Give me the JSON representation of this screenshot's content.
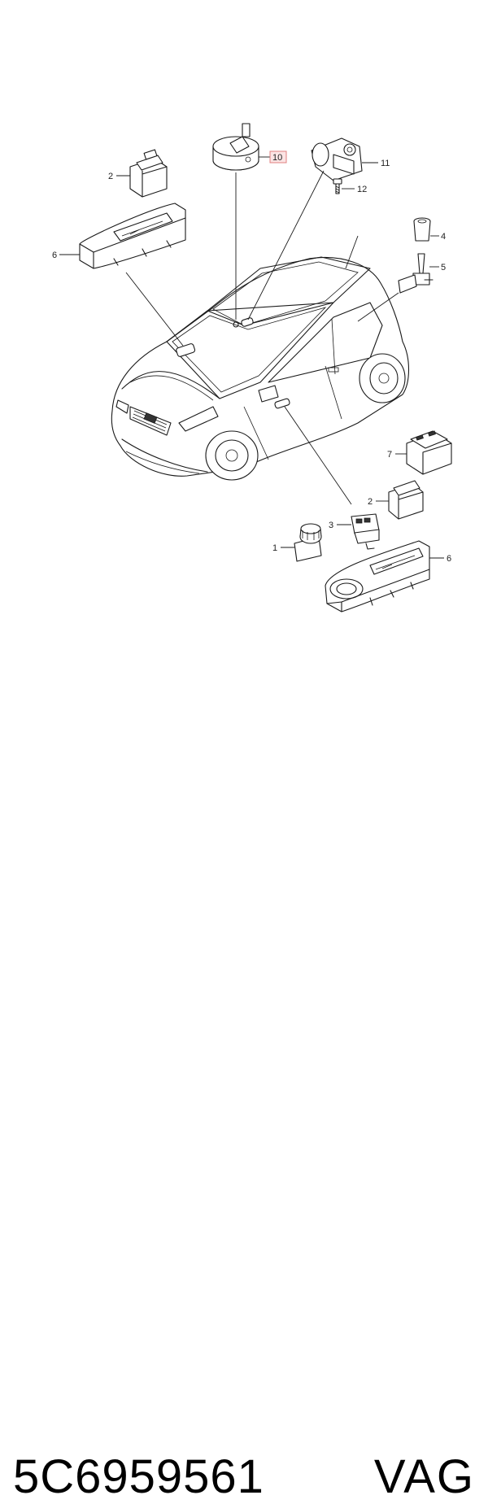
{
  "callouts": {
    "c1": "1",
    "c2_top": "2",
    "c2_bottom": "2",
    "c3": "3",
    "c4": "4",
    "c5": "5",
    "c6_top": "6",
    "c6_bottom": "6",
    "c7": "7",
    "c10": "10",
    "c11": "11",
    "c12": "12"
  },
  "caption": {
    "part_number": "5C6959561",
    "brand": "VAG"
  },
  "colors": {
    "highlight_fill": "#fbe4e4",
    "highlight_stroke": "#e08080"
  }
}
